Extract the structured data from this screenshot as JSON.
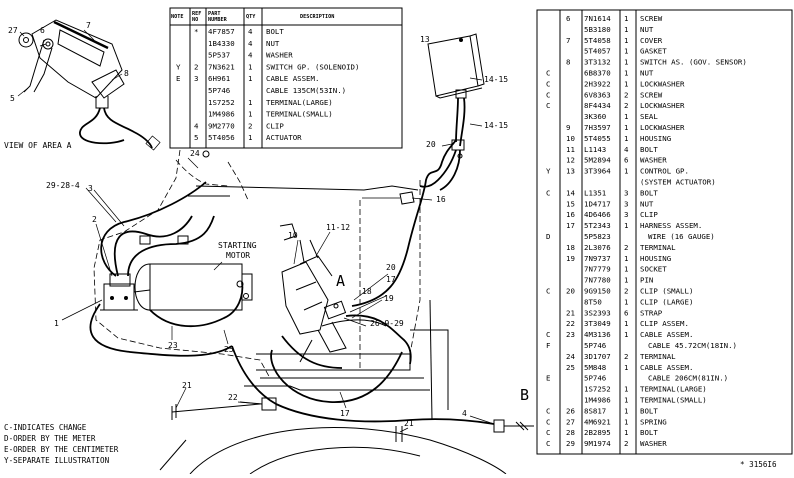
{
  "small_table": {
    "headers": [
      "NOTE",
      "REF NO",
      "PART NUMBER",
      "QTY",
      "DESCRIPTION"
    ],
    "rows": [
      [
        "",
        "*",
        "4F7857",
        "4",
        "BOLT"
      ],
      [
        "",
        "",
        "1B4330",
        "4",
        "NUT"
      ],
      [
        "",
        "",
        "5P537",
        "4",
        "WASHER"
      ],
      [
        "Y",
        "2",
        "7N3621",
        "1",
        "SWITCH GP. (SOLENOID)"
      ],
      [
        "E",
        "3",
        "6H961",
        "1",
        "CABLE ASSEM."
      ],
      [
        "",
        "",
        "5P746",
        "",
        "CABLE 135CM(53IN.)"
      ],
      [
        "",
        "",
        "1S7252",
        "1",
        "TERMINAL(LARGE)"
      ],
      [
        "",
        "",
        "1M4986",
        "1",
        "TERMINAL(SMALL)"
      ],
      [
        "",
        "4",
        "9M2770",
        "2",
        "CLIP"
      ],
      [
        "",
        "5",
        "5T4056",
        "1",
        "ACTUATOR"
      ]
    ]
  },
  "big_table": {
    "rows": [
      [
        "",
        "6",
        "7N1614",
        "1",
        "SCREW"
      ],
      [
        "",
        "",
        "5B3180",
        "1",
        "NUT"
      ],
      [
        "",
        "7",
        "5T4058",
        "1",
        "COVER"
      ],
      [
        "",
        "",
        "5T4057",
        "1",
        "GASKET"
      ],
      [
        "",
        "8",
        "3T3132",
        "1",
        "SWITCH AS. (GOV. SENSOR)"
      ],
      [
        "C",
        "",
        "6B8370",
        "1",
        "NUT"
      ],
      [
        "C",
        "",
        "2H3922",
        "1",
        "LOCKWASHER"
      ],
      [
        "C",
        "",
        "6V8363",
        "2",
        "SCREW"
      ],
      [
        "C",
        "",
        "8F4434",
        "2",
        "LOCKWASHER"
      ],
      [
        "",
        "",
        "3K360",
        "1",
        "SEAL"
      ],
      [
        "",
        "9",
        "7H3597",
        "1",
        "LOCKWASHER"
      ],
      [
        "",
        "10",
        "5T4055",
        "1",
        "HOUSING"
      ],
      [
        "",
        "11",
        "L1143",
        "4",
        "BOLT"
      ],
      [
        "",
        "12",
        "5M2894",
        "6",
        "WASHER"
      ],
      [
        "Y",
        "13",
        "3T3964",
        "1",
        "CONTROL GP."
      ],
      [
        "",
        "",
        "",
        "",
        "(SYSTEM ACTUATOR)"
      ],
      [
        "C",
        "14",
        "L1351",
        "3",
        "BOLT"
      ],
      [
        "",
        "15",
        "1D4717",
        "3",
        "NUT"
      ],
      [
        "",
        "16",
        "4D6466",
        "3",
        "CLIP"
      ],
      [
        "",
        "17",
        "5T2343",
        "1",
        "HARNESS ASSEM."
      ],
      [
        "D",
        "",
        "5P5823",
        "",
        "WIRE (16 GAUGE)"
      ],
      [
        "",
        "18",
        "2L3076",
        "2",
        "TERMINAL"
      ],
      [
        "",
        "19",
        "7N9737",
        "1",
        "HOUSING"
      ],
      [
        "",
        "",
        "7N7779",
        "1",
        "SOCKET"
      ],
      [
        "",
        "",
        "7N7780",
        "1",
        "PIN"
      ],
      [
        "C",
        "20",
        "9G9150",
        "2",
        "CLIP (SMALL)"
      ],
      [
        "",
        "",
        "8T50",
        "1",
        "CLIP (LARGE)"
      ],
      [
        "",
        "21",
        "3S2393",
        "6",
        "STRAP"
      ],
      [
        "",
        "22",
        "3T3049",
        "1",
        "CLIP ASSEM."
      ],
      [
        "C",
        "23",
        "4M3136",
        "1",
        "CABLE ASSEM."
      ],
      [
        "F",
        "",
        "5P746",
        "",
        "CABLE 45.72CM(18IN.)"
      ],
      [
        "",
        "24",
        "3D1707",
        "2",
        "TERMINAL"
      ],
      [
        "",
        "25",
        "5M848",
        "1",
        "CABLE ASSEM."
      ],
      [
        "E",
        "",
        "5P746",
        "",
        "CABLE 206CM(81IN.)"
      ],
      [
        "",
        "",
        "1S7252",
        "1",
        "TERMINAL(LARGE)"
      ],
      [
        "",
        "",
        "1M4986",
        "1",
        "TERMINAL(SMALL)"
      ],
      [
        "C",
        "26",
        "8S817",
        "1",
        "BOLT"
      ],
      [
        "C",
        "27",
        "4M6921",
        "1",
        "SPRING"
      ],
      [
        "C",
        "28",
        "2B2895",
        "1",
        "BOLT"
      ],
      [
        "C",
        "29",
        "9M1974",
        "2",
        "WASHER"
      ]
    ]
  },
  "labels": {
    "view_caption": "VIEW OF AREA A",
    "starting_motor": "STARTING MOTOR",
    "letter_a": "A",
    "letter_b": "B",
    "figure_number": "* 3156I6"
  },
  "callouts": {
    "c27": "27",
    "c6": "6",
    "c7": "7",
    "c8": "8",
    "c5": "5",
    "c13": "13",
    "c14_15a": "14-15",
    "c14_15b": "14-15",
    "c20a": "20",
    "c24": "24",
    "c29_28_4": "29-28-4",
    "c3": "3",
    "c16": "16",
    "c2": "2",
    "c10": "10",
    "c11_12": "11-12",
    "c1": "1",
    "c23": "23",
    "c25": "25",
    "c20b": "20",
    "c17a": "17",
    "c18": "18",
    "c19": "19",
    "c26_9_29": "26-9-29",
    "c21a": "21",
    "c22": "22",
    "c17b": "17",
    "c4": "4",
    "c21b": "21"
  },
  "notes": [
    "C-INDICATES CHANGE",
    "D-ORDER BY THE METER",
    "E-ORDER BY THE CENTIMETER",
    "Y-SEPARATE ILLUSTRATION"
  ]
}
